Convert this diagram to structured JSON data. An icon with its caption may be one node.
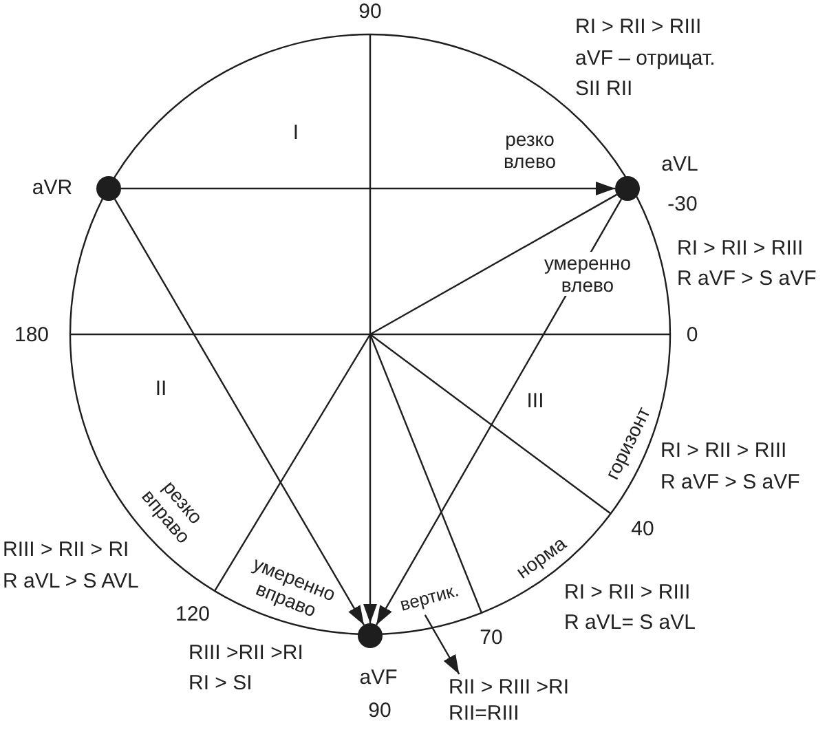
{
  "diagram": {
    "nodes": [
      {
        "text": [],
        "shape": "circle",
        "beside": [
          "aVR"
        ]
      },
      {
        "text": [],
        "shape": "circle",
        "beside": [
          "aVL",
          "-30"
        ]
      },
      {
        "text": [],
        "shape": "circle",
        "beside": [
          "aVF",
          "90"
        ]
      },
      {
        "text": [
          "RII > RIII >RI",
          "RII=RIII"
        ]
      },
      {
        "text": [
          "вертик."
        ]
      }
    ],
    "edges": [
      {
        "from": 0,
        "to": 1,
        "arrow": "to"
      },
      {
        "from": 0,
        "to": 2,
        "arrow": "to"
      },
      {
        "from": 1,
        "to": 2,
        "arrow": "to"
      },
      {
        "from": null,
        "to": 2,
        "arrow": "to"
      },
      {
        "from": 4,
        "to": 3,
        "arrow": "to"
      }
    ],
    "labels": [
      "90",
      "RI > RII > RIII",
      "aVF – отрицат.",
      "SII RII",
      "I",
      "резко влево",
      "RI > RII > RIII",
      "R aVF > S aVF",
      "умеренно влево",
      "180",
      "0",
      "II",
      "III",
      "горизонт",
      "RI > RII > RIII",
      "R aVF > S aVF",
      "резко вправо",
      "40",
      "норма",
      "RIII > RII > RI",
      "R aVL > S AVL",
      "умеренно вправо",
      "RI > RII > RIII",
      "R aVL= S aVL",
      "120",
      "70",
      "RIII >RII >RI",
      "RI > SI"
    ]
  }
}
